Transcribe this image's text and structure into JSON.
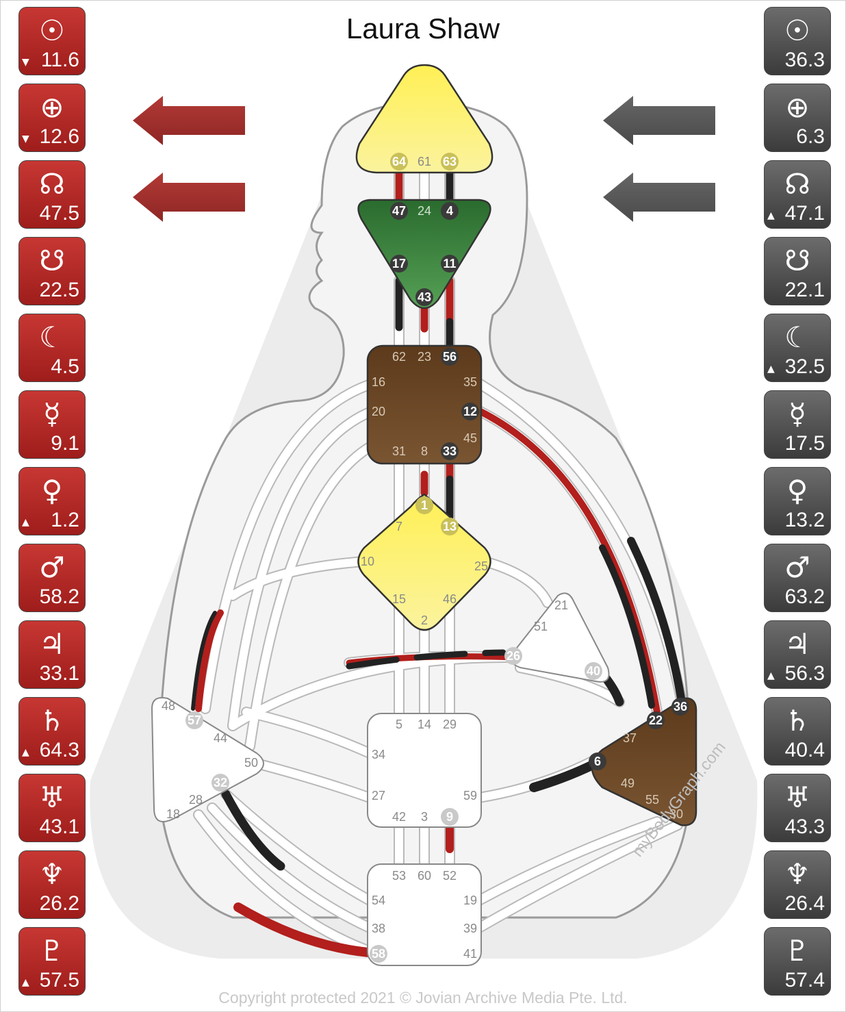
{
  "title": "Laura Shaw",
  "footer": {
    "copyright": "Copyright protected 2021 © Jovian Archive Media Pte. Ltd.",
    "watermark": "myBodyGraph.com"
  },
  "colors": {
    "design": "#b21f1c",
    "personality": "#222222",
    "head": "#fbe94c",
    "ajna": "#2f7a37",
    "throat": "#6b4423",
    "g": "#fbe94c",
    "esp": "#6b4423"
  },
  "design_panel": [
    {
      "icon": "sun-icon",
      "glyph": "☉",
      "value": "11.6",
      "marker": "▼"
    },
    {
      "icon": "earth-icon",
      "glyph": "⊕",
      "value": "12.6",
      "marker": "▼"
    },
    {
      "icon": "north-node-icon",
      "glyph": "☊",
      "value": "47.5",
      "marker": ""
    },
    {
      "icon": "south-node-icon",
      "glyph": "☋",
      "value": "22.5",
      "marker": ""
    },
    {
      "icon": "moon-icon",
      "glyph": "☾",
      "value": "4.5",
      "marker": ""
    },
    {
      "icon": "mercury-icon",
      "glyph": "☿",
      "value": "9.1",
      "marker": ""
    },
    {
      "icon": "venus-icon",
      "glyph": "♀",
      "value": "1.2",
      "marker": "▲"
    },
    {
      "icon": "mars-icon",
      "glyph": "♂",
      "value": "58.2",
      "marker": ""
    },
    {
      "icon": "jupiter-icon",
      "glyph": "♃",
      "value": "33.1",
      "marker": ""
    },
    {
      "icon": "saturn-icon",
      "glyph": "♄",
      "value": "64.3",
      "marker": "▲"
    },
    {
      "icon": "uranus-icon",
      "glyph": "♅",
      "value": "43.1",
      "marker": ""
    },
    {
      "icon": "neptune-icon",
      "glyph": "♆",
      "value": "26.2",
      "marker": ""
    },
    {
      "icon": "pluto-icon",
      "glyph": "♇",
      "value": "57.5",
      "marker": "▲"
    }
  ],
  "personality_panel": [
    {
      "icon": "sun-icon",
      "glyph": "☉",
      "value": "36.3",
      "marker": ""
    },
    {
      "icon": "earth-icon",
      "glyph": "⊕",
      "value": "6.3",
      "marker": ""
    },
    {
      "icon": "north-node-icon",
      "glyph": "☊",
      "value": "47.1",
      "marker": "▲"
    },
    {
      "icon": "south-node-icon",
      "glyph": "☋",
      "value": "22.1",
      "marker": ""
    },
    {
      "icon": "moon-icon",
      "glyph": "☾",
      "value": "32.5",
      "marker": "▲"
    },
    {
      "icon": "mercury-icon",
      "glyph": "☿",
      "value": "17.5",
      "marker": ""
    },
    {
      "icon": "venus-icon",
      "glyph": "♀",
      "value": "13.2",
      "marker": ""
    },
    {
      "icon": "mars-icon",
      "glyph": "♂",
      "value": "63.2",
      "marker": ""
    },
    {
      "icon": "jupiter-icon",
      "glyph": "♃",
      "value": "56.3",
      "marker": "▲"
    },
    {
      "icon": "saturn-icon",
      "glyph": "♄",
      "value": "40.4",
      "marker": ""
    },
    {
      "icon": "uranus-icon",
      "glyph": "♅",
      "value": "43.3",
      "marker": ""
    },
    {
      "icon": "neptune-icon",
      "glyph": "♆",
      "value": "26.4",
      "marker": ""
    },
    {
      "icon": "pluto-icon",
      "glyph": "♇",
      "value": "57.4",
      "marker": ""
    }
  ],
  "arrows": {
    "design": [
      "left",
      "left"
    ],
    "personality": [
      "left",
      "left"
    ]
  },
  "centers": [
    {
      "name": "head",
      "defined": true,
      "gates": [
        "64",
        "61",
        "63"
      ]
    },
    {
      "name": "ajna",
      "defined": true,
      "gates": [
        "47",
        "24",
        "4",
        "17",
        "11",
        "43"
      ]
    },
    {
      "name": "throat",
      "defined": true,
      "gates": [
        "62",
        "23",
        "56",
        "16",
        "35",
        "20",
        "12",
        "45",
        "31",
        "8",
        "33"
      ]
    },
    {
      "name": "g",
      "defined": true,
      "gates": [
        "1",
        "7",
        "13",
        "10",
        "25",
        "15",
        "46",
        "2"
      ]
    },
    {
      "name": "heart",
      "defined": false,
      "gates": [
        "21",
        "51",
        "26",
        "40"
      ]
    },
    {
      "name": "spleen",
      "defined": false,
      "gates": [
        "48",
        "57",
        "44",
        "50",
        "32",
        "28",
        "18"
      ]
    },
    {
      "name": "solar-plexus",
      "defined": true,
      "gates": [
        "36",
        "22",
        "37",
        "6",
        "49",
        "55",
        "30"
      ]
    },
    {
      "name": "sacral",
      "defined": false,
      "gates": [
        "5",
        "14",
        "29",
        "34",
        "27",
        "59",
        "42",
        "3",
        "9"
      ]
    },
    {
      "name": "root",
      "defined": false,
      "gates": [
        "53",
        "60",
        "52",
        "54",
        "19",
        "38",
        "39",
        "58",
        "41"
      ]
    }
  ],
  "active_gates": {
    "design": [
      "47",
      "4",
      "43",
      "64",
      "12",
      "1",
      "33",
      "9",
      "58",
      "57",
      "26",
      "36"
    ],
    "personality": [
      "63",
      "4",
      "17",
      "11",
      "56",
      "13",
      "33",
      "40",
      "22",
      "6",
      "32",
      "26",
      "36"
    ]
  }
}
